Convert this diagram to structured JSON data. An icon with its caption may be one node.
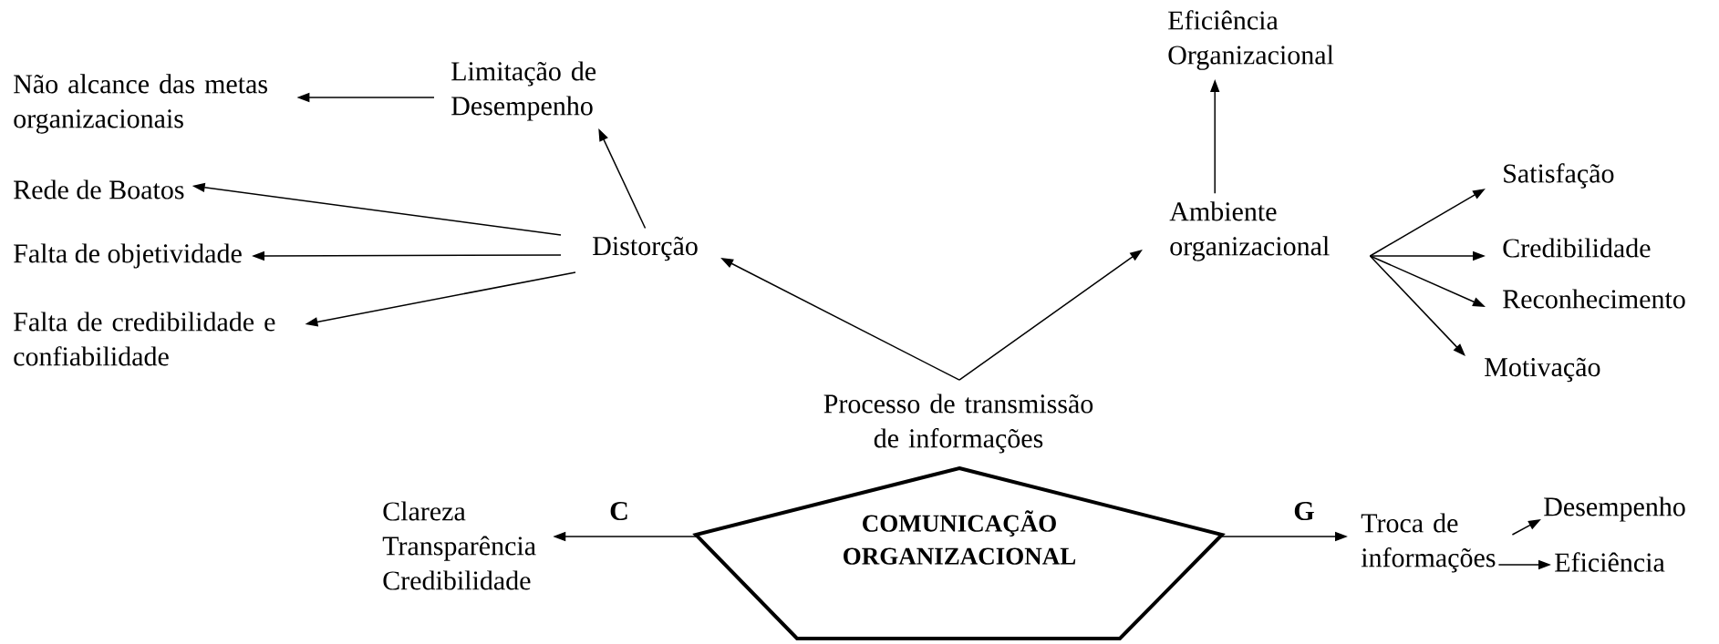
{
  "diagram": {
    "nodes": [
      {
        "text": [
          "Não alcance das metas organizacionais"
        ]
      },
      {
        "text": [
          "Limitação de Desempenho"
        ]
      },
      {
        "text": [
          "Rede de Boatos"
        ]
      },
      {
        "text": [
          "Falta de objetividade"
        ]
      },
      {
        "text": [
          "Falta de credibilidade e confiabilidade"
        ]
      },
      {
        "text": [
          "Distorção"
        ]
      },
      {
        "text": [
          "Eficiência Organizacional"
        ]
      },
      {
        "text": [
          "Ambiente organizacional"
        ]
      },
      {
        "text": [
          "Satisfação"
        ]
      },
      {
        "text": [
          "Credibilidade"
        ]
      },
      {
        "text": [
          "Reconhecimento"
        ]
      },
      {
        "text": [
          "Motivação"
        ]
      },
      {
        "text": [
          "Processo de transmissão de informações"
        ]
      },
      {
        "text": [
          "COMUNICAÇÃO ORGANIZACIONAL"
        ]
      },
      {
        "text": [
          "Clareza",
          "Transparência",
          "Credibilidade"
        ]
      },
      {
        "text": [
          "Troca de informações"
        ]
      },
      {
        "text": [
          "Desempenho"
        ]
      },
      {
        "text": [
          "Eficiência"
        ]
      }
    ],
    "edges": [
      {
        "from": 1,
        "to": 0,
        "arrow": "to"
      },
      {
        "from": 5,
        "to": 1,
        "arrow": "to"
      },
      {
        "from": 5,
        "to": 2,
        "arrow": "to"
      },
      {
        "from": 5,
        "to": 3,
        "arrow": "to"
      },
      {
        "from": 5,
        "to": 4,
        "arrow": "to"
      },
      {
        "from": 12,
        "to": 5,
        "arrow": "to"
      },
      {
        "from": 12,
        "to": 7,
        "arrow": "to"
      },
      {
        "from": 7,
        "to": 6,
        "arrow": "to"
      },
      {
        "from": 7,
        "to": 8,
        "arrow": "to"
      },
      {
        "from": 7,
        "to": 9,
        "arrow": "to"
      },
      {
        "from": 7,
        "to": 10,
        "arrow": "to"
      },
      {
        "from": 7,
        "to": 11,
        "arrow": "to"
      },
      {
        "from": 13,
        "to": 14,
        "arrow": "to",
        "label": "C"
      },
      {
        "from": 13,
        "to": 15,
        "arrow": "to",
        "label": "G"
      },
      {
        "from": 15,
        "to": 16,
        "arrow": "to"
      },
      {
        "from": 15,
        "to": 17,
        "arrow": "to"
      }
    ]
  }
}
